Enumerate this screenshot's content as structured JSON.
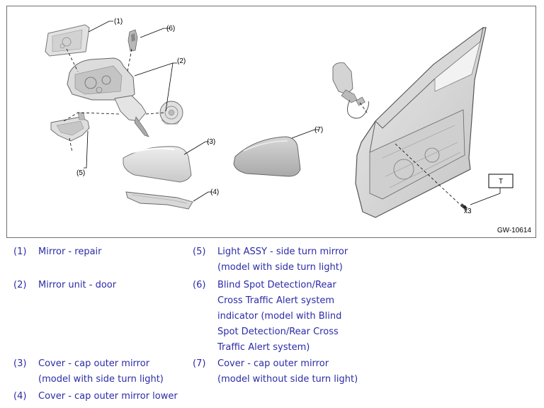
{
  "figure": {
    "code": "GW-10614",
    "callouts": [
      "(1)",
      "(2)",
      "(3)",
      "(4)",
      "(5)",
      "(6)",
      "(7)"
    ],
    "tool_label": "T",
    "quantity_label": "x3"
  },
  "legend": [
    {
      "num": "(1)",
      "lines": [
        "Mirror - repair"
      ]
    },
    {
      "num": "(2)",
      "lines": [
        "Mirror unit - door"
      ]
    },
    {
      "num": "(3)",
      "lines": [
        "Cover - cap outer mirror",
        "(model with side turn light)"
      ]
    },
    {
      "num": "(4)",
      "lines": [
        "Cover - cap outer mirror lower"
      ]
    },
    {
      "num": "(5)",
      "lines": [
        "Light ASSY - side turn mirror",
        "(model with side turn light)"
      ]
    },
    {
      "num": "(6)",
      "lines": [
        "Blind Spot Detection/Rear",
        "Cross Traffic Alert system",
        "indicator (model with Blind",
        "Spot Detection/Rear Cross",
        "Traffic Alert system)"
      ]
    },
    {
      "num": "(7)",
      "lines": [
        "Cover - cap outer mirror",
        "(model without side turn light)"
      ]
    }
  ],
  "colors": {
    "legend_text": "#2b2ba8",
    "frame_border": "#6f6f6f",
    "part_fill": "#e6e6e6",
    "part_stroke": "#7a7a7a"
  }
}
